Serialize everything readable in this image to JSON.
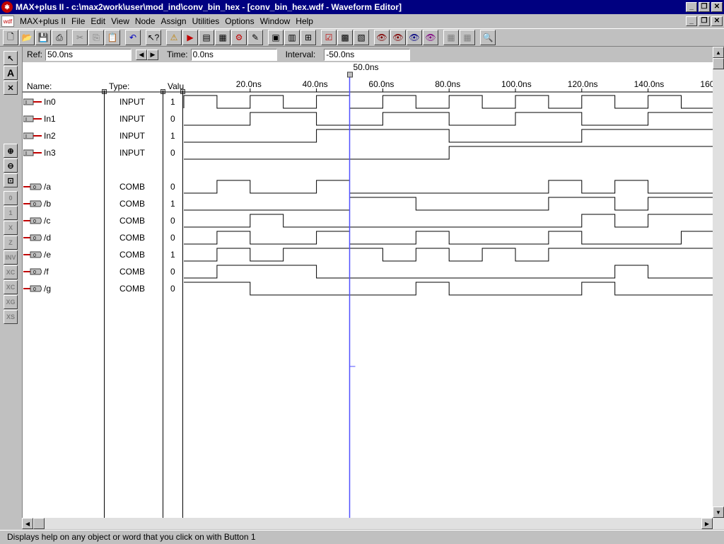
{
  "window": {
    "title": "MAX+plus II - c:\\max2work\\user\\mod_ind\\conv_bin_hex - [conv_bin_hex.wdf - Waveform Editor]",
    "app_icon": "maxplus-icon"
  },
  "menu": [
    "MAX+plus II",
    "File",
    "Edit",
    "View",
    "Node",
    "Assign",
    "Utilities",
    "Options",
    "Window",
    "Help"
  ],
  "refbar": {
    "ref_label": "Ref:",
    "ref_value": "50.0ns",
    "time_label": "Time:",
    "time_value": "0.0ns",
    "interval_label": "Interval:",
    "interval_value": "-50.0ns"
  },
  "columns": {
    "name": "Name:",
    "type": "Type:",
    "value": "Valu"
  },
  "cursor_label": "50.0ns",
  "time_axis": {
    "labels": [
      "20.0ns",
      "40.0ns",
      "60.0ns",
      "80.0ns",
      "100.0ns",
      "120.0ns",
      "140.0ns",
      "160"
    ],
    "ticks_ns": [
      20,
      40,
      60,
      80,
      100,
      120,
      140,
      160
    ],
    "cursor_ns": 50,
    "visible_end_ns": 160
  },
  "signals": [
    {
      "name": "In0",
      "type": "INPUT",
      "value": "1",
      "transitions": [
        0,
        10,
        20,
        30,
        40,
        50,
        60,
        70,
        80,
        90,
        100,
        110,
        120,
        130,
        140,
        150
      ],
      "start": 0
    },
    {
      "name": "In1",
      "type": "INPUT",
      "value": "0",
      "transitions": [
        20,
        40,
        60,
        80,
        100,
        120,
        140
      ],
      "start": 0
    },
    {
      "name": "In2",
      "type": "INPUT",
      "value": "1",
      "transitions": [
        40,
        80,
        120
      ],
      "start": 0
    },
    {
      "name": "In3",
      "type": "INPUT",
      "value": "0",
      "transitions": [
        80
      ],
      "start": 0
    },
    {
      "name": "/a",
      "type": "COMB",
      "value": "0",
      "transitions": [
        10,
        20,
        40,
        50,
        110,
        120,
        130,
        140
      ],
      "start": 0
    },
    {
      "name": "/b",
      "type": "COMB",
      "value": "1",
      "transitions": [
        50,
        70,
        110,
        130,
        140
      ],
      "start": 0
    },
    {
      "name": "/c",
      "type": "COMB",
      "value": "0",
      "transitions": [
        20,
        30,
        120,
        130,
        140
      ],
      "start": 0
    },
    {
      "name": "/d",
      "type": "COMB",
      "value": "0",
      "transitions": [
        10,
        20,
        40,
        50,
        70,
        80,
        110,
        120,
        150
      ],
      "start": 0
    },
    {
      "name": "/e",
      "type": "COMB",
      "value": "1",
      "transitions": [
        10,
        20,
        30,
        60,
        70,
        80,
        90,
        100,
        110
      ],
      "start": 0
    },
    {
      "name": "/f",
      "type": "COMB",
      "value": "0",
      "transitions": [
        10,
        40,
        130,
        140
      ],
      "start": 0
    },
    {
      "name": "/g",
      "type": "COMB",
      "value": "0",
      "transitions": [
        20,
        70,
        80,
        120,
        130
      ],
      "start": 1
    }
  ],
  "statusbar": {
    "text": "Displays help on any object or word that you click on with Button 1"
  },
  "colors": {
    "title_bar": "#000080",
    "cursor": "#5050ff",
    "face": "#c0c0c0",
    "input_arrow": "#c00000"
  }
}
